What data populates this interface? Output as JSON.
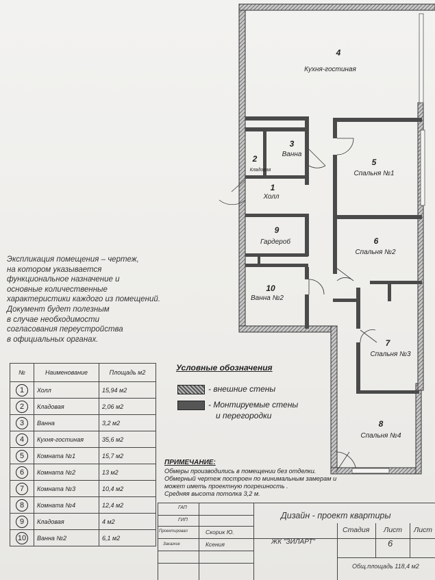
{
  "plan": {
    "rooms": [
      {
        "id": "4",
        "num": "4",
        "name": "Кухня-гостиная"
      },
      {
        "id": "3",
        "num": "3",
        "name": "Ванна"
      },
      {
        "id": "2",
        "num": "2",
        "name": "Кладовая"
      },
      {
        "id": "1",
        "num": "1",
        "name": "Холл"
      },
      {
        "id": "5",
        "num": "5",
        "name": "Спальня №1"
      },
      {
        "id": "9",
        "num": "9",
        "name": "Гардероб"
      },
      {
        "id": "6",
        "num": "6",
        "name": "Спальня №2"
      },
      {
        "id": "10",
        "num": "10",
        "name": "Ванна №2"
      },
      {
        "id": "7",
        "num": "7",
        "name": "Спальня №3"
      },
      {
        "id": "8",
        "num": "8",
        "name": "Спальня №4"
      }
    ]
  },
  "explication": "Экспликация помещения – чертеж,\nна котором указывается\nфункциональное назначение и\nосновные количественные\nхарактеристики каждого из помещений.\nДокумент будет полезным\nв случае необходимости\nсогласования переустройства\nв официальных органах.",
  "table": {
    "headers": {
      "num": "№",
      "name": "Наименование",
      "area": "Площадь м2"
    },
    "rows": [
      {
        "num": "1",
        "name": "Холл",
        "area": "15,94 м2"
      },
      {
        "num": "2",
        "name": "Кладовая",
        "area": "2,06 м2"
      },
      {
        "num": "3",
        "name": "Ванна",
        "area": "3,2 м2"
      },
      {
        "num": "4",
        "name": "Кухня-гостиная",
        "area": "35,6 м2"
      },
      {
        "num": "5",
        "name": "Комната №1",
        "area": "15,7 м2"
      },
      {
        "num": "6",
        "name": "Комната №2",
        "area": "13 м2"
      },
      {
        "num": "7",
        "name": "Комната №3",
        "area": "10,4 м2"
      },
      {
        "num": "8",
        "name": "Комната №4",
        "area": "12,4 м2"
      },
      {
        "num": "9",
        "name": "Кладовая",
        "area": "4 м2"
      },
      {
        "num": "10",
        "name": "Ванна №2",
        "area": "6,1 м2"
      }
    ]
  },
  "legend": {
    "title": "Условные обозначения",
    "external": "- внешние стены",
    "internal_1": "- Монтируемые стены",
    "internal_2": "и перегородки"
  },
  "note": {
    "title": "ПРИМЕЧАНИЕ:",
    "text": "Обмеры производились в помещении без отделки.\nОбмерный чертеж построен по минимальным замерам и\nможет иметь проектную погрешность .\nСредняя высота потолка 3,2 м."
  },
  "stamp": {
    "gap": "ГАП",
    "gip": "ГИП",
    "designer_label": "Проектировал",
    "designer_name": "Скорик Ю.",
    "client_label": "Заказчик",
    "client_name": "Ксения",
    "project_title": "Дизайн - проект квартиры",
    "complex": "ЖК \"ЗИЛАРТ\"",
    "stage_label": "Стадия",
    "sheet_label": "Лист",
    "sheets_label": "Лист",
    "sheet_value": "6",
    "total_area": "Общ.площадь 118,4 м2"
  }
}
